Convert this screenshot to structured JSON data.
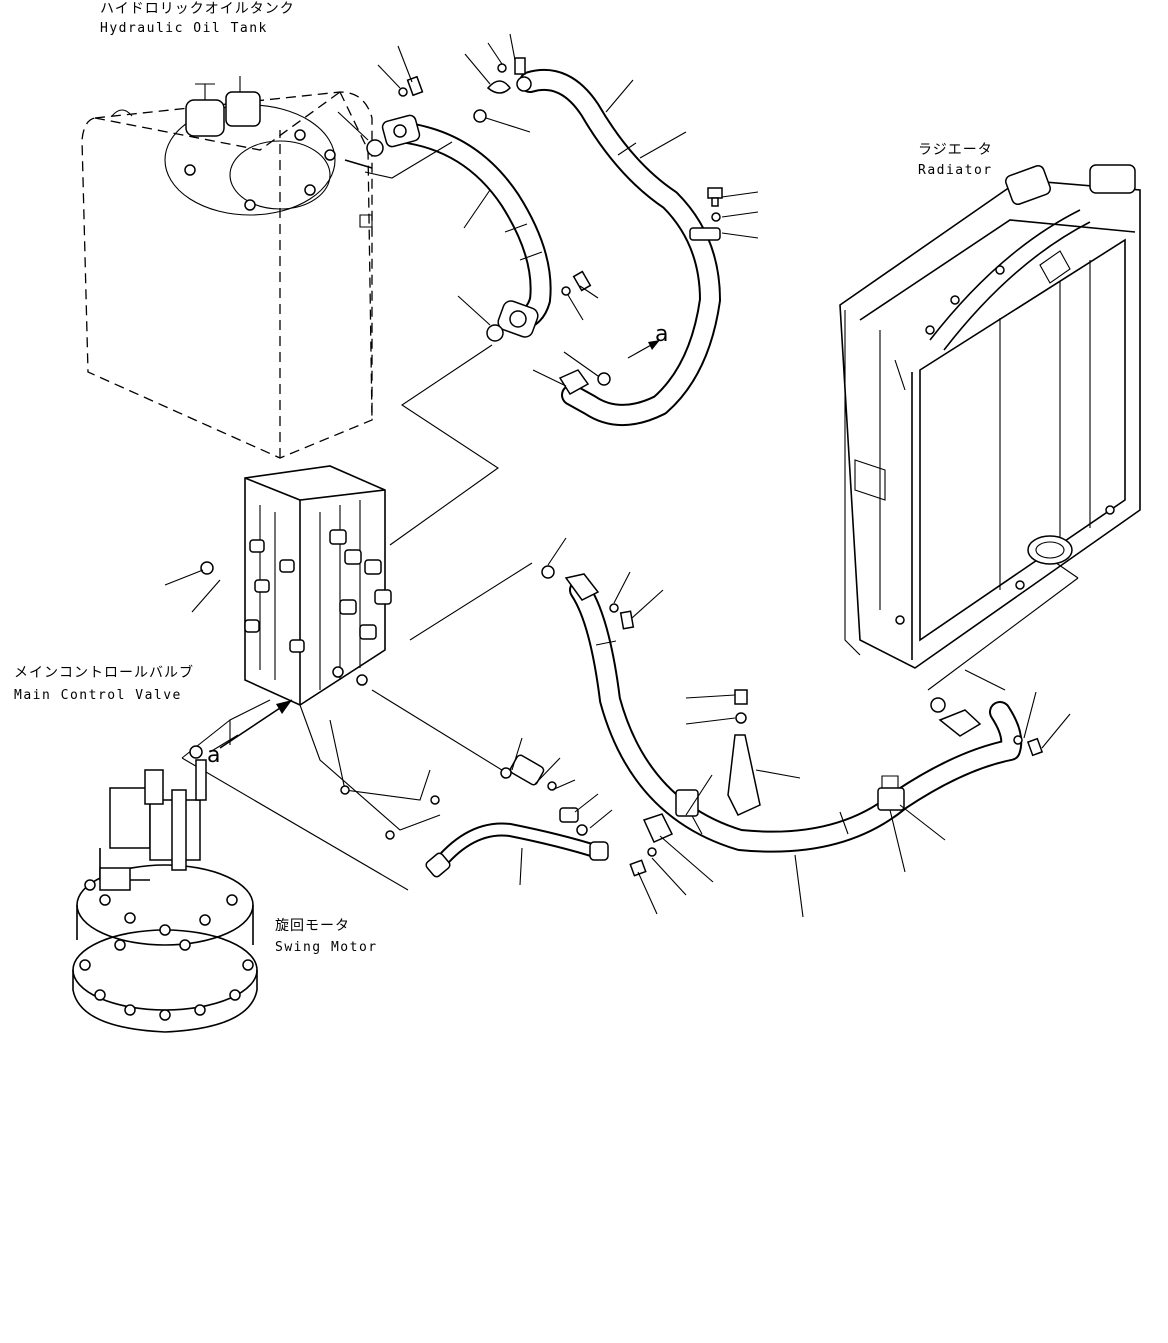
{
  "components": {
    "hydraulic_tank": {
      "jp": "ハイドロリックオイルタンク",
      "en": "Hydraulic Oil Tank"
    },
    "radiator": {
      "jp": "ラジエータ",
      "en": "Radiator"
    },
    "main_control_valve": {
      "jp": "メインコントロールバルブ",
      "en": "Main Control Valve"
    },
    "swing_motor": {
      "jp": "旋回モータ",
      "en": "Swing Motor"
    }
  },
  "reference_marks": {
    "upper": "a",
    "lower": "a"
  }
}
